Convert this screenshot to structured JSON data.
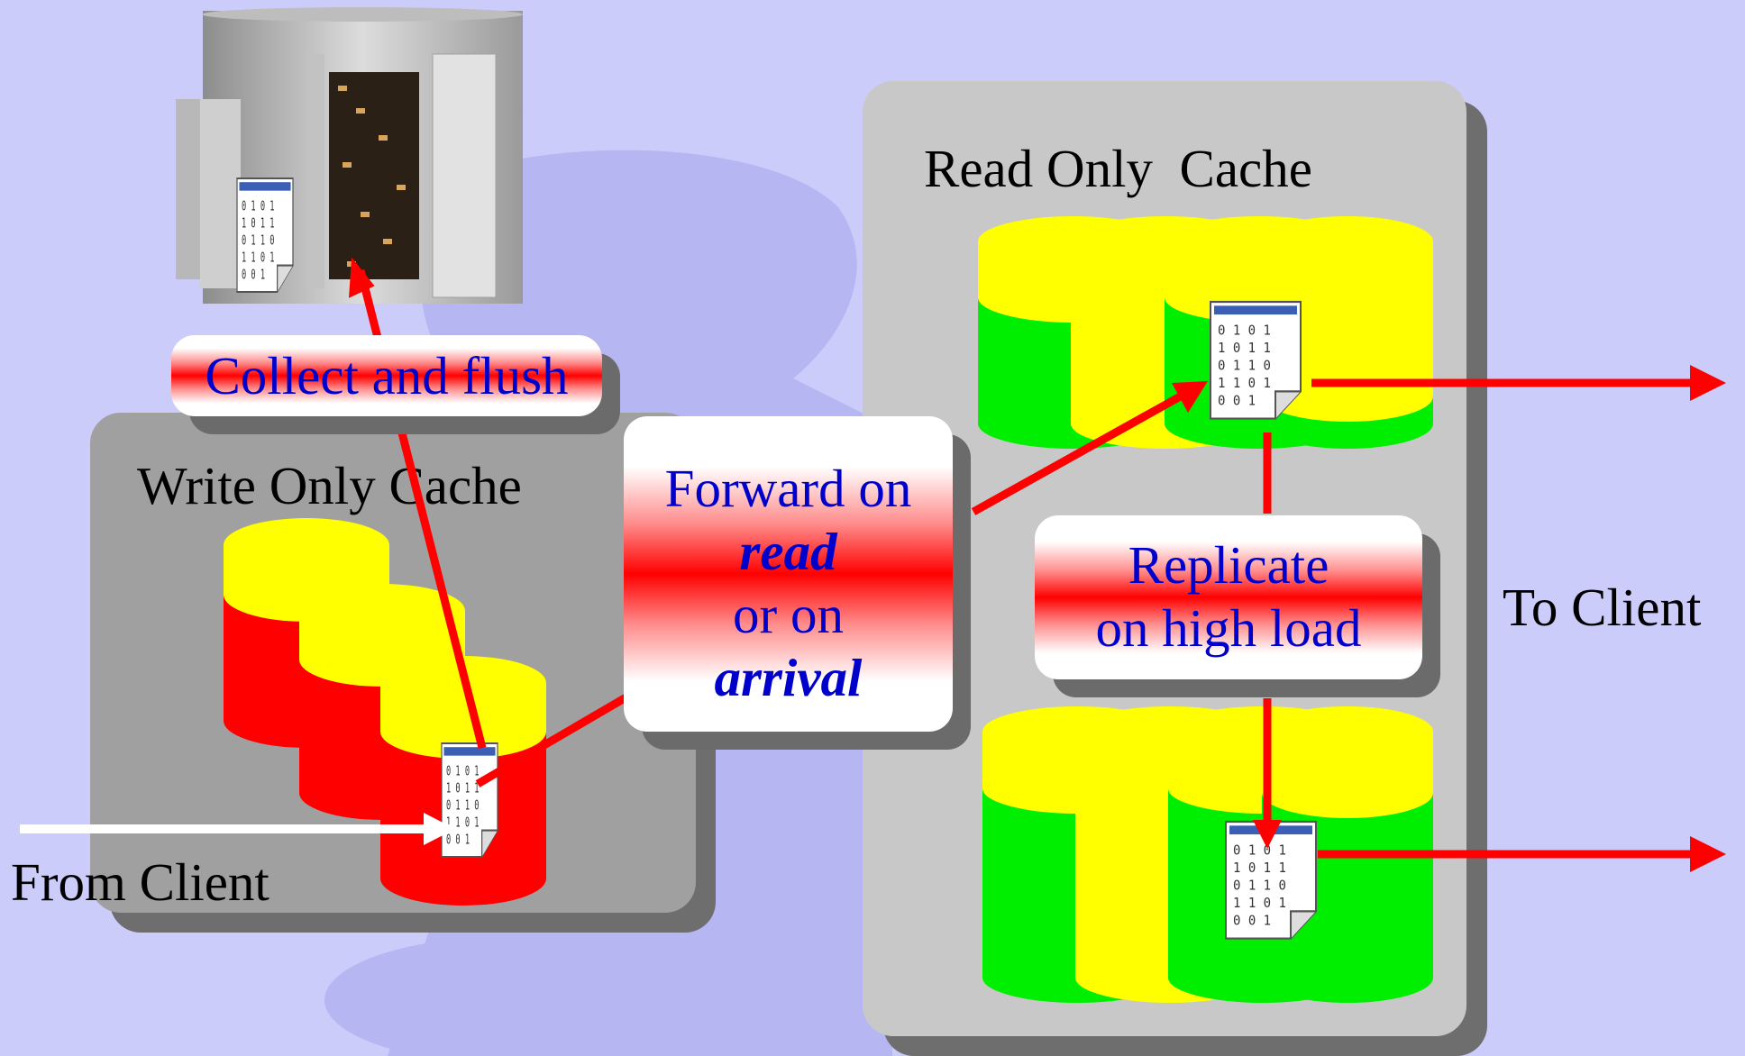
{
  "diagram": {
    "write_cache": {
      "label": "Write Only Cache"
    },
    "read_cache": {
      "label": "Read Only  Cache"
    },
    "collect_flush": {
      "label": "Collect and flush"
    },
    "forward": {
      "line1": "Forward on",
      "line2": "read",
      "line3": "or on",
      "line4": "arrival"
    },
    "replicate": {
      "line1": "Replicate",
      "line2": "on high load"
    },
    "from_client": {
      "label": "From Client"
    },
    "to_client": {
      "label": "To Client"
    }
  },
  "colors": {
    "background": "#ccccfb",
    "silhouette": "#b3b3f2",
    "write_panel": "#a0a0a0",
    "read_panel": "#c8c8c8",
    "panel_shadow": "#6e6e6e",
    "cylinder_top": "#ffff00",
    "write_cylinder_body": "#ff0000",
    "read_cylinder_body_green": "#00ee00",
    "arrow": "#ff0000",
    "client_arrow": "#ffffff",
    "pill_text": "#0000cc"
  },
  "icons": [
    "server-cabinet-icon",
    "document-icon"
  ]
}
